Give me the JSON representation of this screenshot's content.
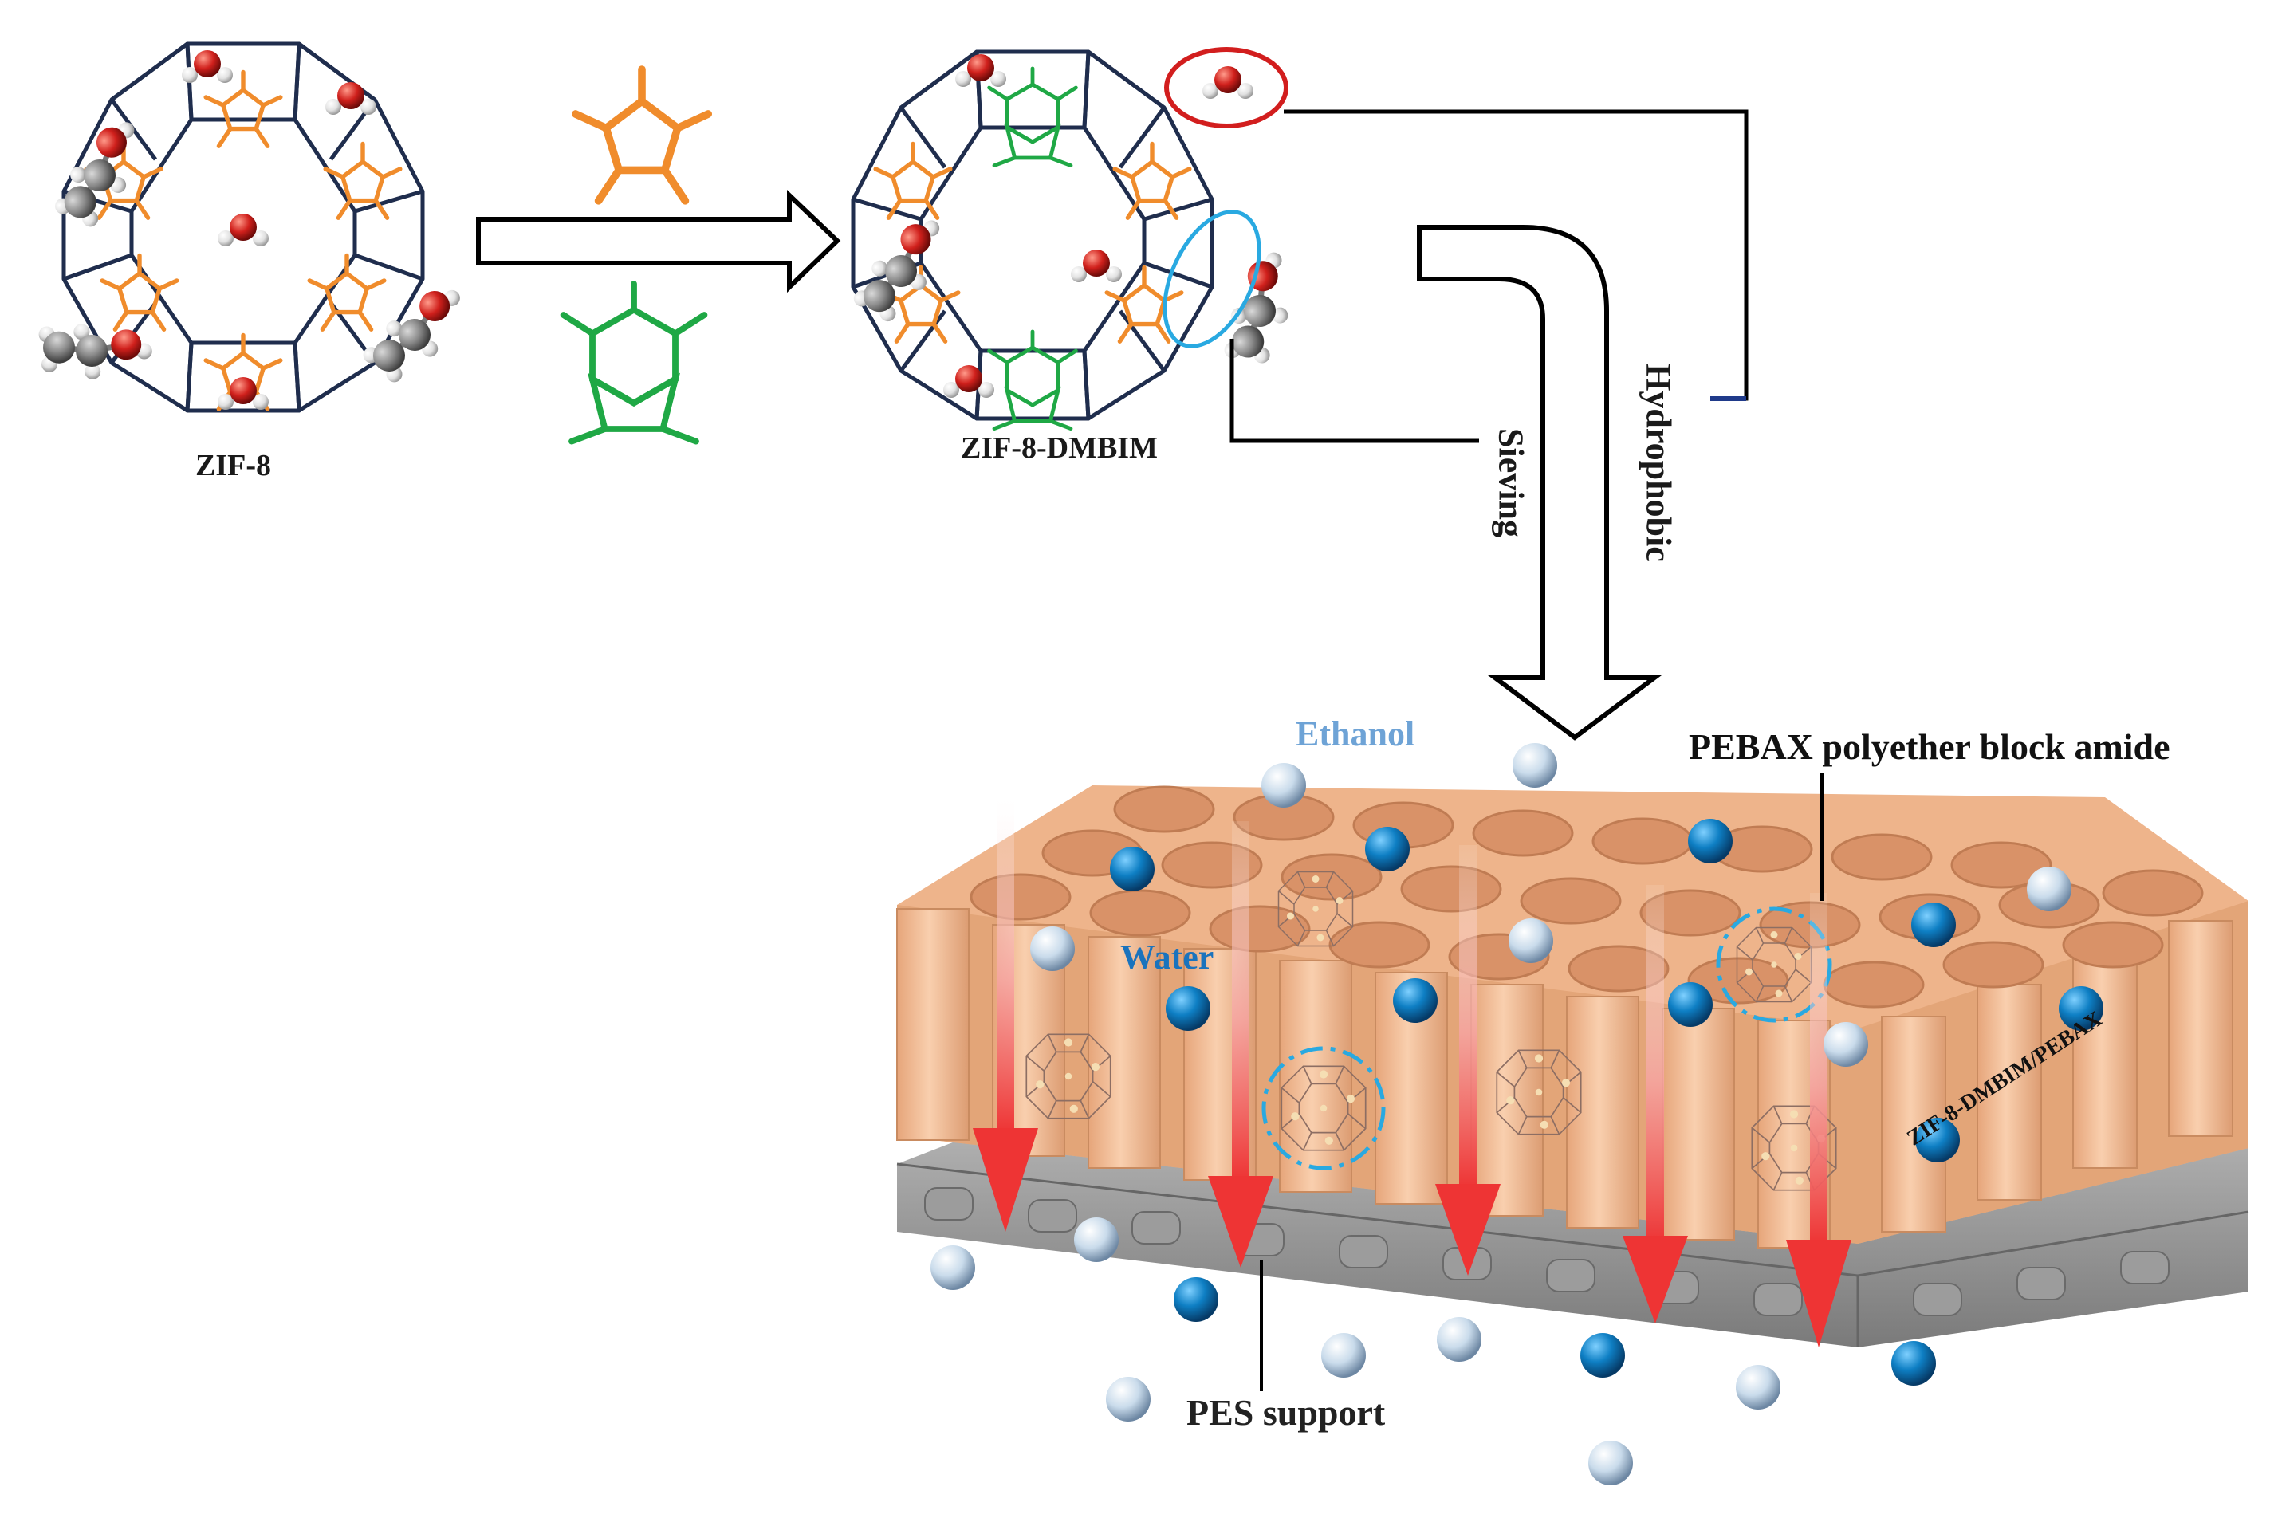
{
  "labels": {
    "zif8": "ZIF-8",
    "zif8_dmbim": "ZIF-8-DMBIM",
    "sieving": "Sieving",
    "hydrophobic": "Hydrophobic",
    "ethanol": "Ethanol",
    "water": "Water",
    "pebax": "PEBAX polyether block amide",
    "membrane": "ZIF-8-DMBIM/PEBAX",
    "pes": "PES support"
  },
  "colors": {
    "cage_line": "#1f2d4d",
    "ligand_orange": "#f08c2c",
    "ligand_green": "#1fa845",
    "oxygen": "#d0201c",
    "carbon": "#8a8a8a",
    "hydrogen": "#e8e8e8",
    "ethanol_sphere": "#c9dbeb",
    "water_sphere": "#0e7fc4",
    "membrane": "#f2bf98",
    "support": "#8f8f8f",
    "flow_arrow": "#ee3434",
    "highlight_red": "#d21e1e",
    "highlight_blue": "#29a9e1",
    "ethanol_text": "#6ea3d6",
    "water_text": "#1a73bd"
  }
}
